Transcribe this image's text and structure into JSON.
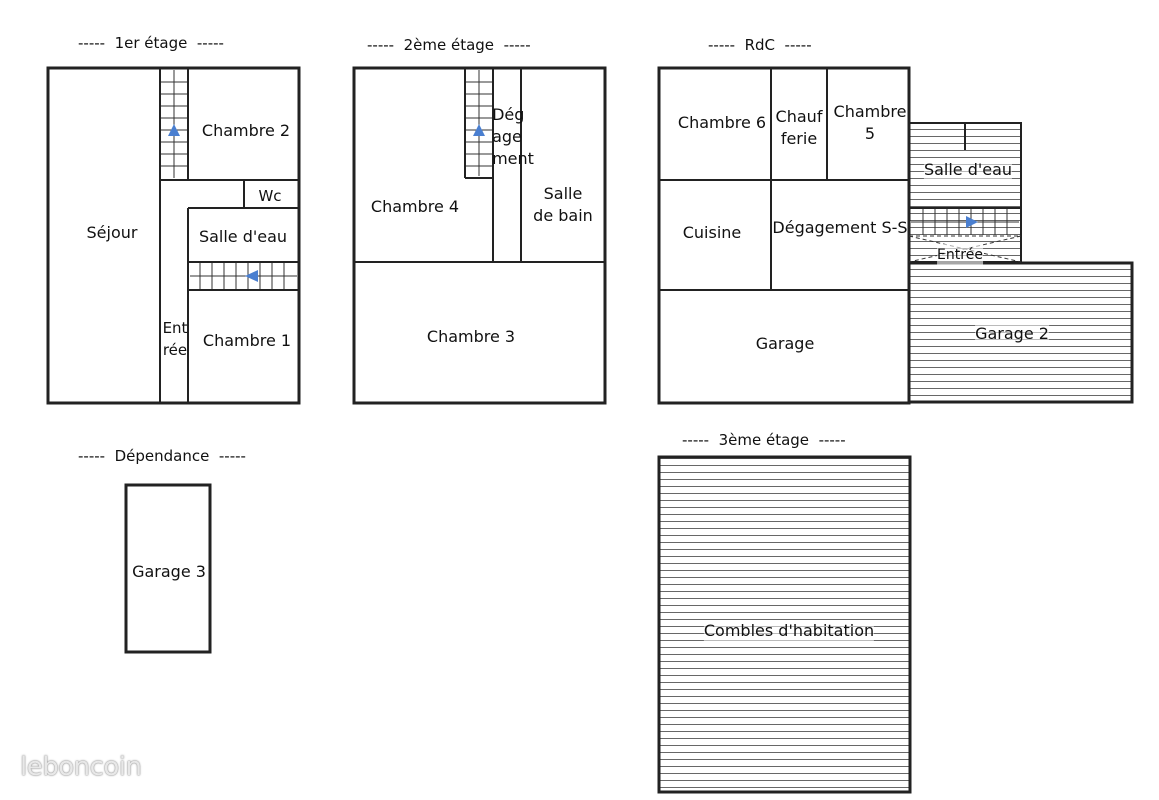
{
  "floors": {
    "f1": {
      "title": "-----  1er étage  -----",
      "rooms": {
        "sejour": "Séjour",
        "chambre2": "Chambre 2",
        "wc": "Wc",
        "salle_eau": "Salle d'eau",
        "chambre1": "Chambre 1",
        "entree": "Ent\nrée"
      }
    },
    "f2": {
      "title": "-----  2ème étage  -----",
      "rooms": {
        "degagement": "Dég\nage\nment",
        "chambre4": "Chambre 4",
        "salle_bain": "Salle\nde bain",
        "chambre3": "Chambre 3"
      }
    },
    "rdc": {
      "title": "-----  RdC  -----",
      "rooms": {
        "chambre6": "Chambre 6",
        "chaufferie": "Chauf\nferie",
        "chambre5": "Chambre\n5",
        "salle_eau": "Salle d'eau",
        "cuisine": "Cuisine",
        "degagement_ss": "Dégagement S-S",
        "entree": "Entrée",
        "garage": "Garage",
        "garage2": "Garage 2"
      }
    },
    "dependance": {
      "title": "-----  Dépendance  -----",
      "rooms": {
        "garage3": "Garage 3"
      }
    },
    "f3": {
      "title": "-----  3ème étage  -----",
      "rooms": {
        "combles": "Combles d'habitation"
      }
    }
  },
  "watermark": "leboncoin",
  "colors": {
    "wall": "#222222",
    "stair_arrow": "#4a7fd0",
    "hatch": "#555555"
  }
}
